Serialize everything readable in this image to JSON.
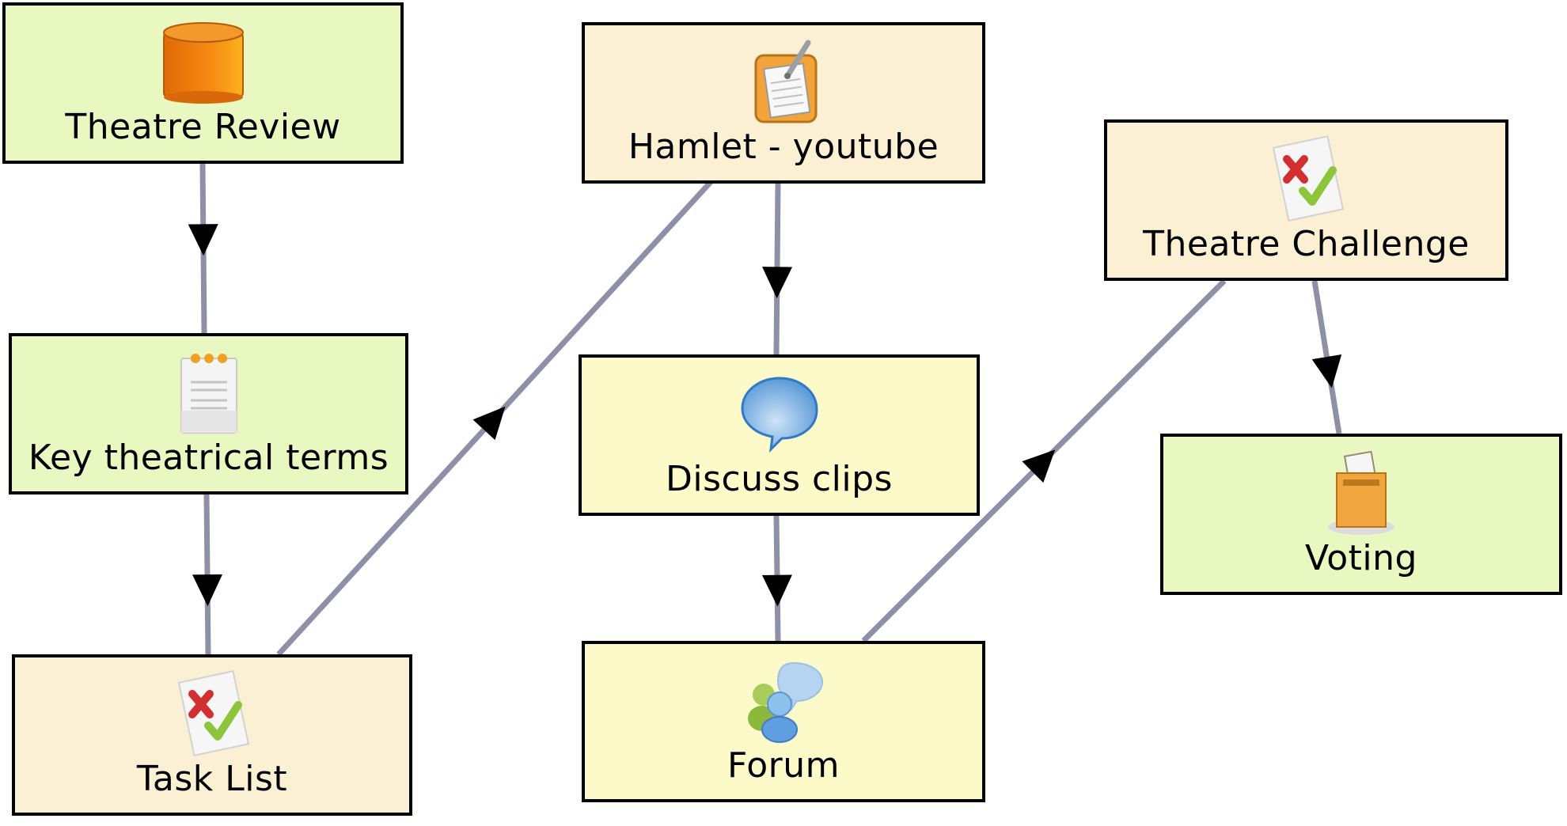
{
  "diagram": {
    "type": "learning-sequence-flow",
    "colors": {
      "connector": "#8e90a8",
      "arrowhead": "#000000",
      "border": "#000000",
      "green_fill": "#e8f8c0",
      "tan_fill": "#fbf0d3",
      "yellow_fill": "#fdfaca"
    },
    "nodes": [
      {
        "id": "review",
        "label": "Theatre Review",
        "icon": "database-cylinder-icon",
        "fill": "green"
      },
      {
        "id": "terms",
        "label": "Key theatrical terms",
        "icon": "notepad-icon",
        "fill": "green"
      },
      {
        "id": "tasks",
        "label": "Task List",
        "icon": "task-checklist-icon",
        "fill": "tan"
      },
      {
        "id": "hamlet",
        "label": "Hamlet - youtube",
        "icon": "clipboard-notes-icon",
        "fill": "tan"
      },
      {
        "id": "discuss",
        "label": "Discuss clips",
        "icon": "speech-bubble-icon",
        "fill": "yellow"
      },
      {
        "id": "forum",
        "label": "Forum",
        "icon": "forum-users-icon",
        "fill": "yellow"
      },
      {
        "id": "challenge",
        "label": "Theatre Challenge",
        "icon": "task-checklist-icon",
        "fill": "tan"
      },
      {
        "id": "voting",
        "label": "Voting",
        "icon": "ballot-box-icon",
        "fill": "green"
      }
    ],
    "edges": [
      {
        "from": "review",
        "to": "terms"
      },
      {
        "from": "terms",
        "to": "tasks"
      },
      {
        "from": "tasks",
        "to": "hamlet"
      },
      {
        "from": "hamlet",
        "to": "discuss"
      },
      {
        "from": "discuss",
        "to": "forum"
      },
      {
        "from": "forum",
        "to": "challenge"
      },
      {
        "from": "challenge",
        "to": "voting"
      }
    ]
  }
}
